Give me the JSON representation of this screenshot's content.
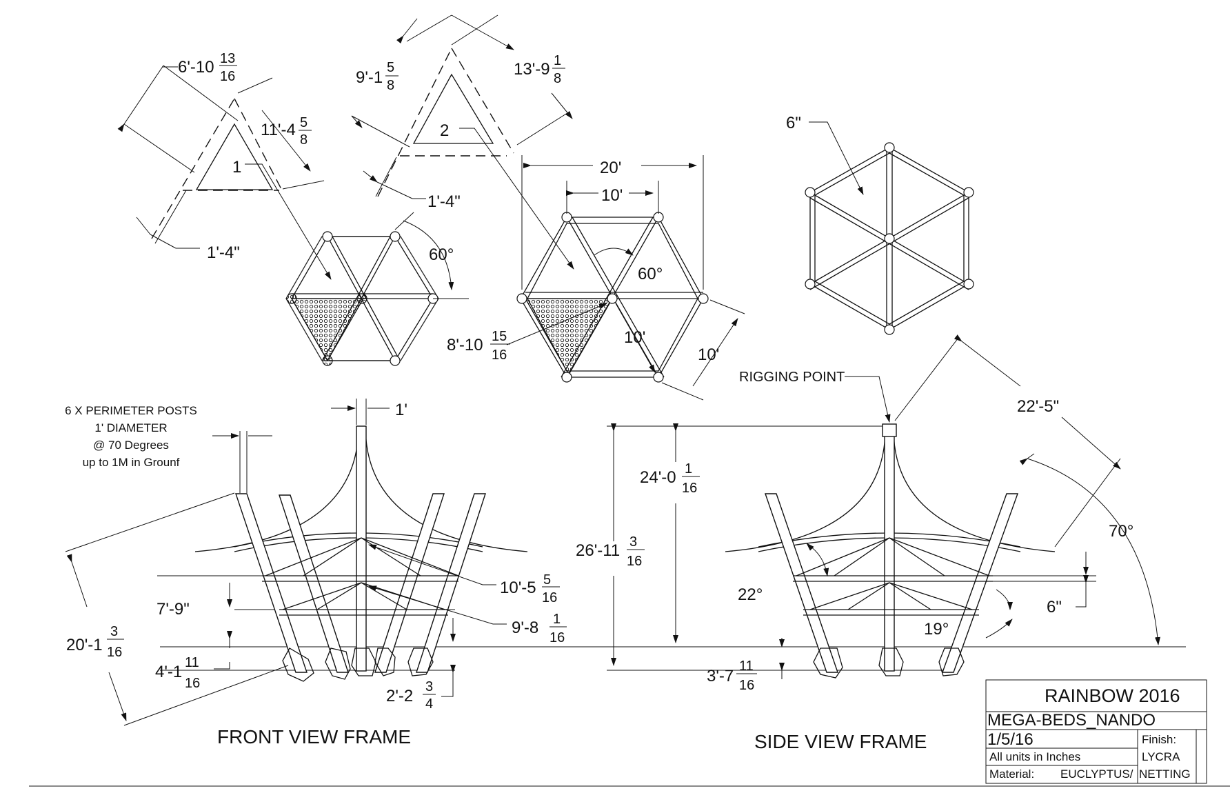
{
  "plan_views": {
    "triangle_1": {
      "label": "1",
      "dim_side": "6'-10",
      "dim_side_frac_num": "13",
      "dim_side_frac_den": "16",
      "dim_side2": "11'-4",
      "dim_side2_frac_num": "5",
      "dim_side2_frac_den": "8",
      "dim_offset": "1'-4\""
    },
    "triangle_2": {
      "label": "2",
      "dim_side": "9'-1",
      "dim_side_frac_num": "5",
      "dim_side_frac_den": "8",
      "dim_side2": "13'-9",
      "dim_side2_frac_num": "1",
      "dim_side2_frac_den": "8",
      "dim_offset": "1'-4\""
    },
    "hex_small": {
      "angle": "60°"
    },
    "hex_large": {
      "dim_overall": "20'",
      "dim_half": "10'",
      "angle": "60°",
      "dim_edge": "10'",
      "dim_edge_outer": "10'",
      "dim_diag": "8'-10",
      "dim_diag_frac_num": "15",
      "dim_diag_frac_den": "16"
    },
    "hex_frame": {
      "dim_post": "6\""
    }
  },
  "front_view": {
    "title": "FRONT VIEW FRAME",
    "note_lines": [
      "6 X PERIMETER POSTS",
      "1' DIAMETER",
      "@ 70 Degrees",
      "up to 1M in Grounf"
    ],
    "dim_top_post": "1'",
    "dim_post_length": "20'-1",
    "dim_post_length_frac_num": "3",
    "dim_post_length_frac_den": "16",
    "dim_upper_ring": "10'-5",
    "dim_upper_ring_frac_num": "5",
    "dim_upper_ring_frac_den": "16",
    "dim_lower_ring": "9'-8",
    "dim_lower_ring_frac_num": "1",
    "dim_lower_ring_frac_den": "16",
    "dim_ring_spacing": "7'-9\"",
    "dim_ground": "4'-1",
    "dim_ground_frac_num": "11",
    "dim_ground_frac_den": "16",
    "dim_embed": "2'-2",
    "dim_embed_frac_num": "3",
    "dim_embed_frac_den": "4"
  },
  "side_view": {
    "title": "SIDE VIEW FRAME",
    "rigging_label": "RIGGING POINT",
    "dim_total_height": "26'-11",
    "dim_total_height_frac_num": "3",
    "dim_total_height_frac_den": "16",
    "dim_mast_height": "24'-0",
    "dim_mast_height_frac_num": "1",
    "dim_mast_height_frac_den": "16",
    "dim_sail": "22'-5\"",
    "angle_post": "70°",
    "angle_upper": "22°",
    "angle_lower": "19°",
    "dim_ring_gap": "6\"",
    "dim_ground": "3'-7",
    "dim_ground_frac_num": "11",
    "dim_ground_frac_den": "16"
  },
  "title_block": {
    "project": "RAINBOW 2016",
    "drawing_name": "MEGA-BEDS_NANDO",
    "date": "1/5/16",
    "units": "All units in Inches",
    "material_label": "Material:",
    "material_value": "EUCLYPTUS/",
    "finish_label": "Finish:",
    "finish_value_1": "LYCRA",
    "finish_value_2": "NETTING"
  }
}
